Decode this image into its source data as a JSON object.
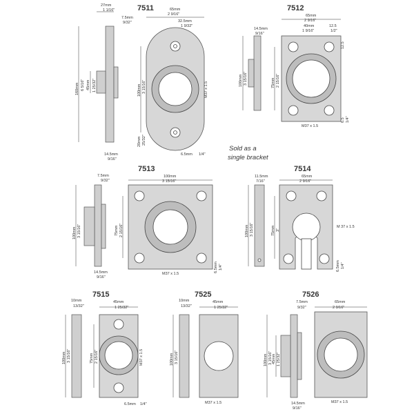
{
  "products": {
    "p7511": {
      "code": "7511",
      "side_width_mm": "27mm",
      "side_width_in": "1 1/16\"",
      "flange_mm": "7.5mm",
      "flange_in": "9/32\"",
      "height_mm": "160mm",
      "height_in": "6 5/16\"",
      "boss_mm": "45mm",
      "boss_in": "1 25/32\"",
      "base_mm": "14.5mm",
      "base_in": "9/16\"",
      "width_mm": "65mm",
      "width_in": "2 9/16\"",
      "half_mm": "32.5mm",
      "half_in": "1 9/32\"",
      "inner_mm": "100mm",
      "inner_in": "3 15/16\"",
      "thread": "M37 x 1.5",
      "edge_mm": "20mm",
      "edge_in": "25/32\"",
      "hole_mm": "6.5mm",
      "hole_in": "1/4\""
    },
    "p7512": {
      "code": "7512",
      "width_mm": "65mm",
      "width_in": "2 9/16\"",
      "side_mm": "14.5mm",
      "side_in": "9/16\"",
      "inner_mm": "40mm",
      "inner_in": "1 9/16\"",
      "corner_mm": "12.5",
      "corner_in": "1/2\"",
      "height_mm": "100mm",
      "height_in": "3 15/16\"",
      "inner_h_mm": "75mm",
      "inner_h_in": "2 15/16\"",
      "hole_mm": "6.5",
      "hole_in": "1/4\"",
      "thread": "M37 x 1.5"
    },
    "p7513": {
      "code": "7513",
      "flange_mm": "7.5mm",
      "flange_in": "9/32\"",
      "width_mm": "100mm",
      "width_in": "3 15/16\"",
      "height_mm": "100mm",
      "height_in": "3 15/16\"",
      "inner_mm": "75mm",
      "inner_in": "2 15/16\"",
      "base_mm": "14.5mm",
      "base_in": "9/16\"",
      "thread": "M37 x 1.5",
      "hole_mm": "6.5mm",
      "hole_in": "1/4\""
    },
    "p7514": {
      "code": "7514",
      "side_mm": "11.5mm",
      "side_in": "7/16\"",
      "width_mm": "65mm",
      "width_in": "2 9/16\"",
      "height_mm": "100mm",
      "height_in": "3 15/16\"",
      "inner_mm": "75mm",
      "inner_in": "3\"",
      "thread": "M 37 x 1.5",
      "slot_mm": "6.5mm",
      "slot_in": "1/4\""
    },
    "p7515": {
      "code": "7515",
      "side_mm": "10mm",
      "side_in": "13/32\"",
      "width_mm": "45mm",
      "width_in": "1 25/32\"",
      "height_mm": "100mm",
      "height_in": "3 15/16\"",
      "inner_mm": "75mm",
      "inner_in": "2 15/16\"",
      "thread": "M37 x 1.5",
      "hole_mm": "6.5mm",
      "hole_in": "1/4\""
    },
    "p7525": {
      "code": "7525",
      "side_mm": "10mm",
      "side_in": "13/32\"",
      "width_mm": "45mm",
      "width_in": "1 25/32\"",
      "height_mm": "100mm",
      "height_in": "3 15/16\"",
      "thread": "M37 x 1.5"
    },
    "p7526": {
      "code": "7526",
      "flange_mm": "7.5mm",
      "flange_in": "9/32\"",
      "width_mm": "65mm",
      "width_in": "2 9/16\"",
      "height_mm": "100mm",
      "height_in": "3 15/16\"",
      "boss_mm": "45mm",
      "boss_in": "1 25/32\"",
      "base_mm": "14.5mm",
      "base_in": "9/16\"",
      "thread": "M37 x 1.5"
    }
  },
  "note_line1": "Sold as  a",
  "note_line2": "single bracket"
}
